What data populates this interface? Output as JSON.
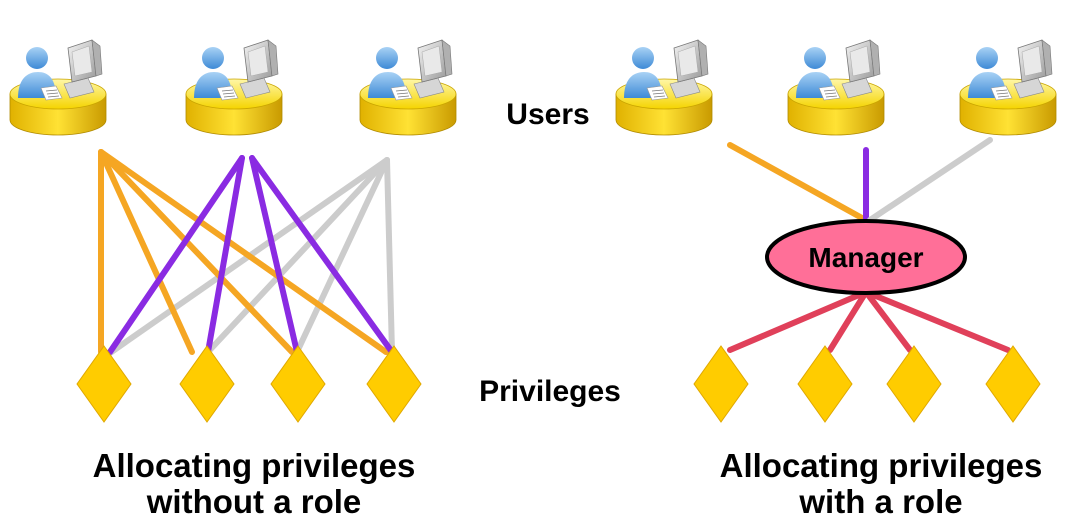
{
  "labels": {
    "users": "Users",
    "privileges": "Privileges",
    "role": "Manager",
    "caption_left_line1": "Allocating privileges",
    "caption_left_line2": "without a role",
    "caption_right_line1": "Allocating privileges",
    "caption_right_line2": "with a role"
  },
  "icons": {
    "user": "user-at-desk-icon",
    "privilege": "diamond-icon",
    "role": "ellipse-role-node"
  },
  "colors": {
    "user_line_1": "#f5a623",
    "user_line_2": "#8a2be2",
    "user_line_3": "#cccccc",
    "role_line": "#e0405a",
    "role_fill": "#ff6f98",
    "privilege_fill": "#ffcc00",
    "platform_fill": "#ffd700"
  }
}
